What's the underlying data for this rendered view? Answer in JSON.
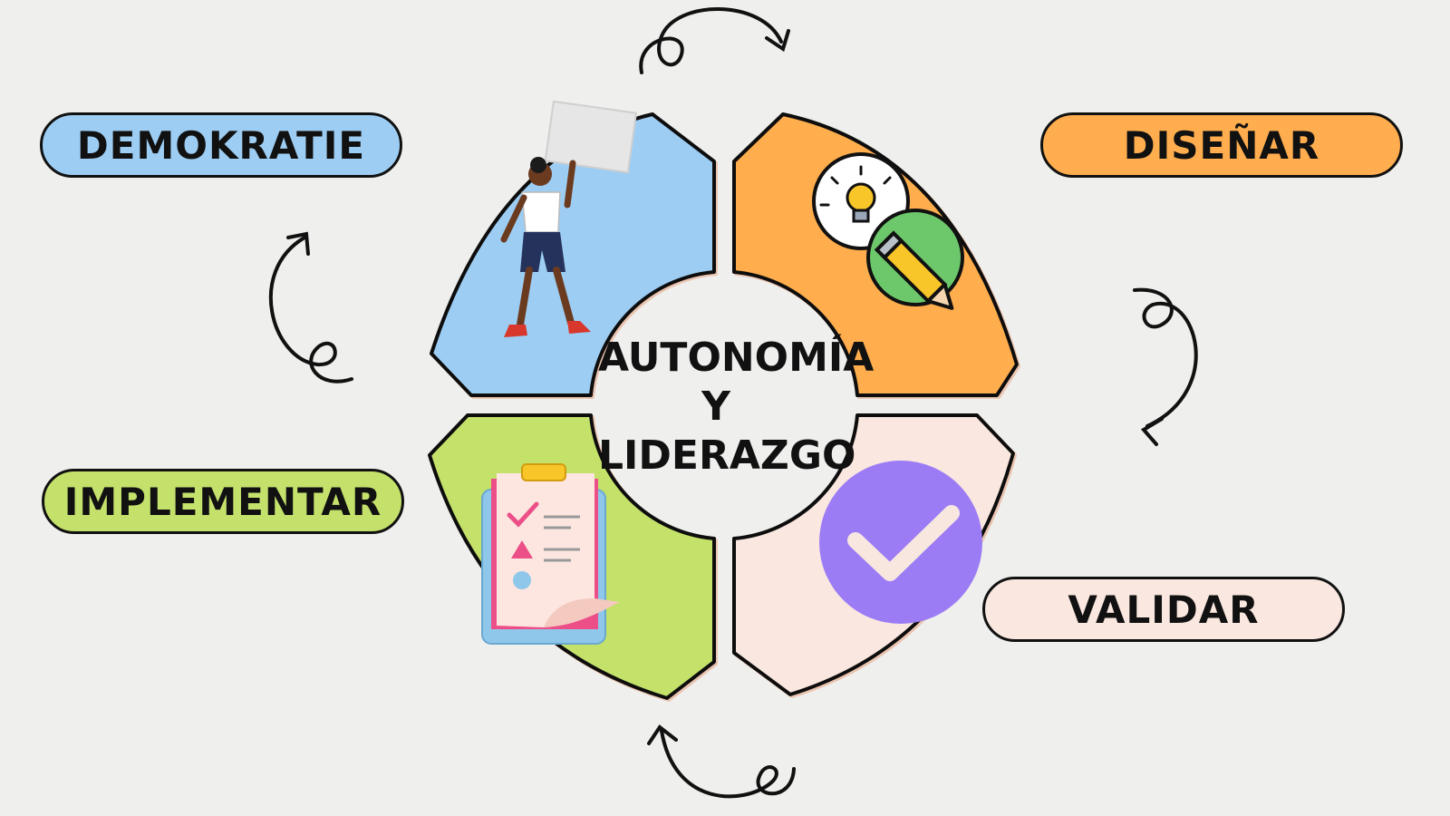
{
  "center": {
    "line1": "AUTONOMÍA",
    "line2": "Y",
    "line3": "LIDERAZGO"
  },
  "stages": [
    {
      "label": "DEMOKRATIE",
      "color": "#9dcdf3",
      "icon": "protester-icon"
    },
    {
      "label": "DISEÑAR",
      "color": "#ffad4e",
      "icon": "lightbulb-pencil-icon"
    },
    {
      "label": "VALIDAR",
      "color": "#fae7df",
      "icon": "checkmark-icon"
    },
    {
      "label": "IMPLEMENTAR",
      "color": "#c4e16b",
      "icon": "clipboard-checklist-icon"
    }
  ],
  "colors": {
    "background": "#efefed",
    "outline": "#111111",
    "check_circle": "#9b7cf5"
  }
}
